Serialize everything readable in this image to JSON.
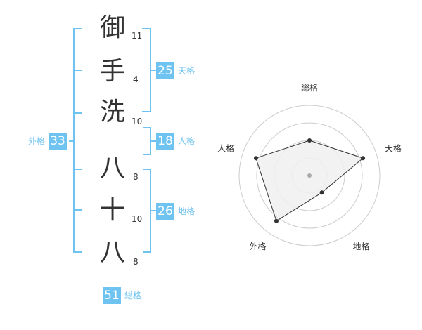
{
  "name": {
    "glyphs": [
      {
        "char": "御",
        "strokes": "11"
      },
      {
        "char": "手",
        "strokes": "4"
      },
      {
        "char": "洗",
        "strokes": "10"
      },
      {
        "char": "八",
        "strokes": "8"
      },
      {
        "char": "十",
        "strokes": "10"
      },
      {
        "char": "八",
        "strokes": "8"
      }
    ]
  },
  "fortune": {
    "tenkaku": {
      "value": "25",
      "label": "天格"
    },
    "jinkaku": {
      "value": "18",
      "label": "人格"
    },
    "chikaku": {
      "value": "26",
      "label": "地格"
    },
    "gaikaku": {
      "value": "33",
      "label": "外格"
    },
    "soukaku": {
      "value": "51",
      "label": "総格"
    }
  },
  "chart_data": {
    "type": "radar",
    "axes": [
      "総格",
      "天格",
      "地格",
      "外格",
      "人格"
    ],
    "values": [
      0.5,
      0.8,
      0.3,
      0.8,
      0.8
    ],
    "rings": 4,
    "colors": {
      "fill": "#f0f0f0",
      "line": "#333333",
      "ring": "#cccccc",
      "point": "#333333",
      "center": "#aaaaaa"
    }
  },
  "colors": {
    "accent": "#6ec3f0",
    "text": "#333333"
  }
}
